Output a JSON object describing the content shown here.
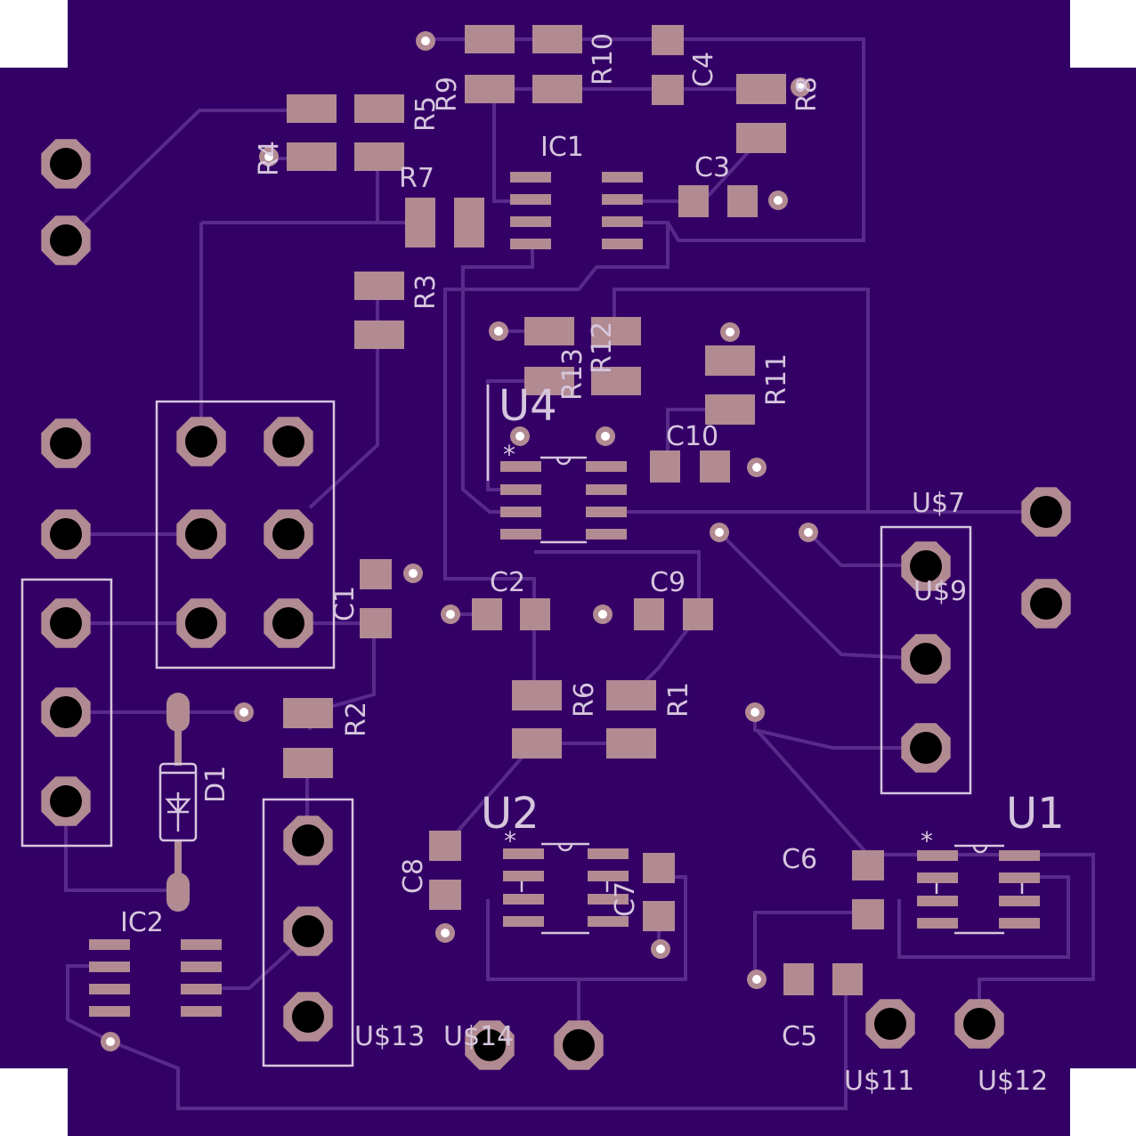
{
  "colors": {
    "board": "#330066",
    "trace": "#5a2a8a",
    "pad": "#b28a92",
    "silk": "#d6c6dd",
    "drill": "#000000",
    "background": "#ffffff"
  },
  "labels": {
    "IC1": "IC1",
    "IC2": "IC2",
    "U1": "U1",
    "U2": "U2",
    "U4": "U4",
    "U7": "U$7",
    "U9": "U$9",
    "U11": "U$11",
    "U12": "U$12",
    "U13": "U$13",
    "U14": "U$14",
    "R1": "R1",
    "R2": "R2",
    "R3": "R3",
    "R4": "R4",
    "R5": "R5",
    "R6": "R6",
    "R7": "R7",
    "R8": "R8",
    "R9": "R9",
    "R10": "R10",
    "R11": "R11",
    "R12": "R12",
    "R13": "R13",
    "C1": "C1",
    "C2": "C2",
    "C3": "C3",
    "C4": "C4",
    "C5": "C5",
    "C6": "C6",
    "C7": "C7",
    "C8": "C8",
    "C9": "C9",
    "C10": "C10",
    "D1": "D1",
    "pin1_mark": "*"
  }
}
